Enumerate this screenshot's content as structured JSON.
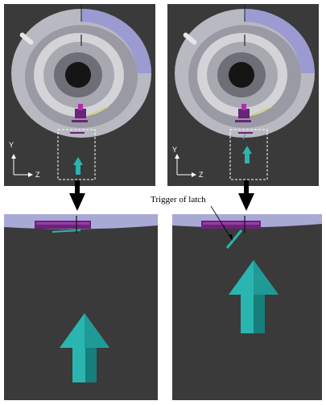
{
  "annotation": {
    "text": "Trigger of latch"
  },
  "axes": {
    "vertical": "Y",
    "horizontal": "Z"
  },
  "colors": {
    "background": "#3a3a3a",
    "ring": "#c9c9cf",
    "ring_shadow": "#8e8e99",
    "ring_tint": "#8f8fd8",
    "latch": "#6a2478",
    "arrow": "#2ab5b0",
    "arrow_dark": "#167f7b",
    "dashed_box": "#ffffff",
    "big_arrow": "#000000"
  },
  "panels": [
    {
      "id": "top-left",
      "view": "full",
      "state": "before"
    },
    {
      "id": "top-right",
      "view": "full",
      "state": "after"
    },
    {
      "id": "bottom-left",
      "view": "zoom",
      "state": "before"
    },
    {
      "id": "bottom-right",
      "view": "zoom",
      "state": "after"
    }
  ]
}
